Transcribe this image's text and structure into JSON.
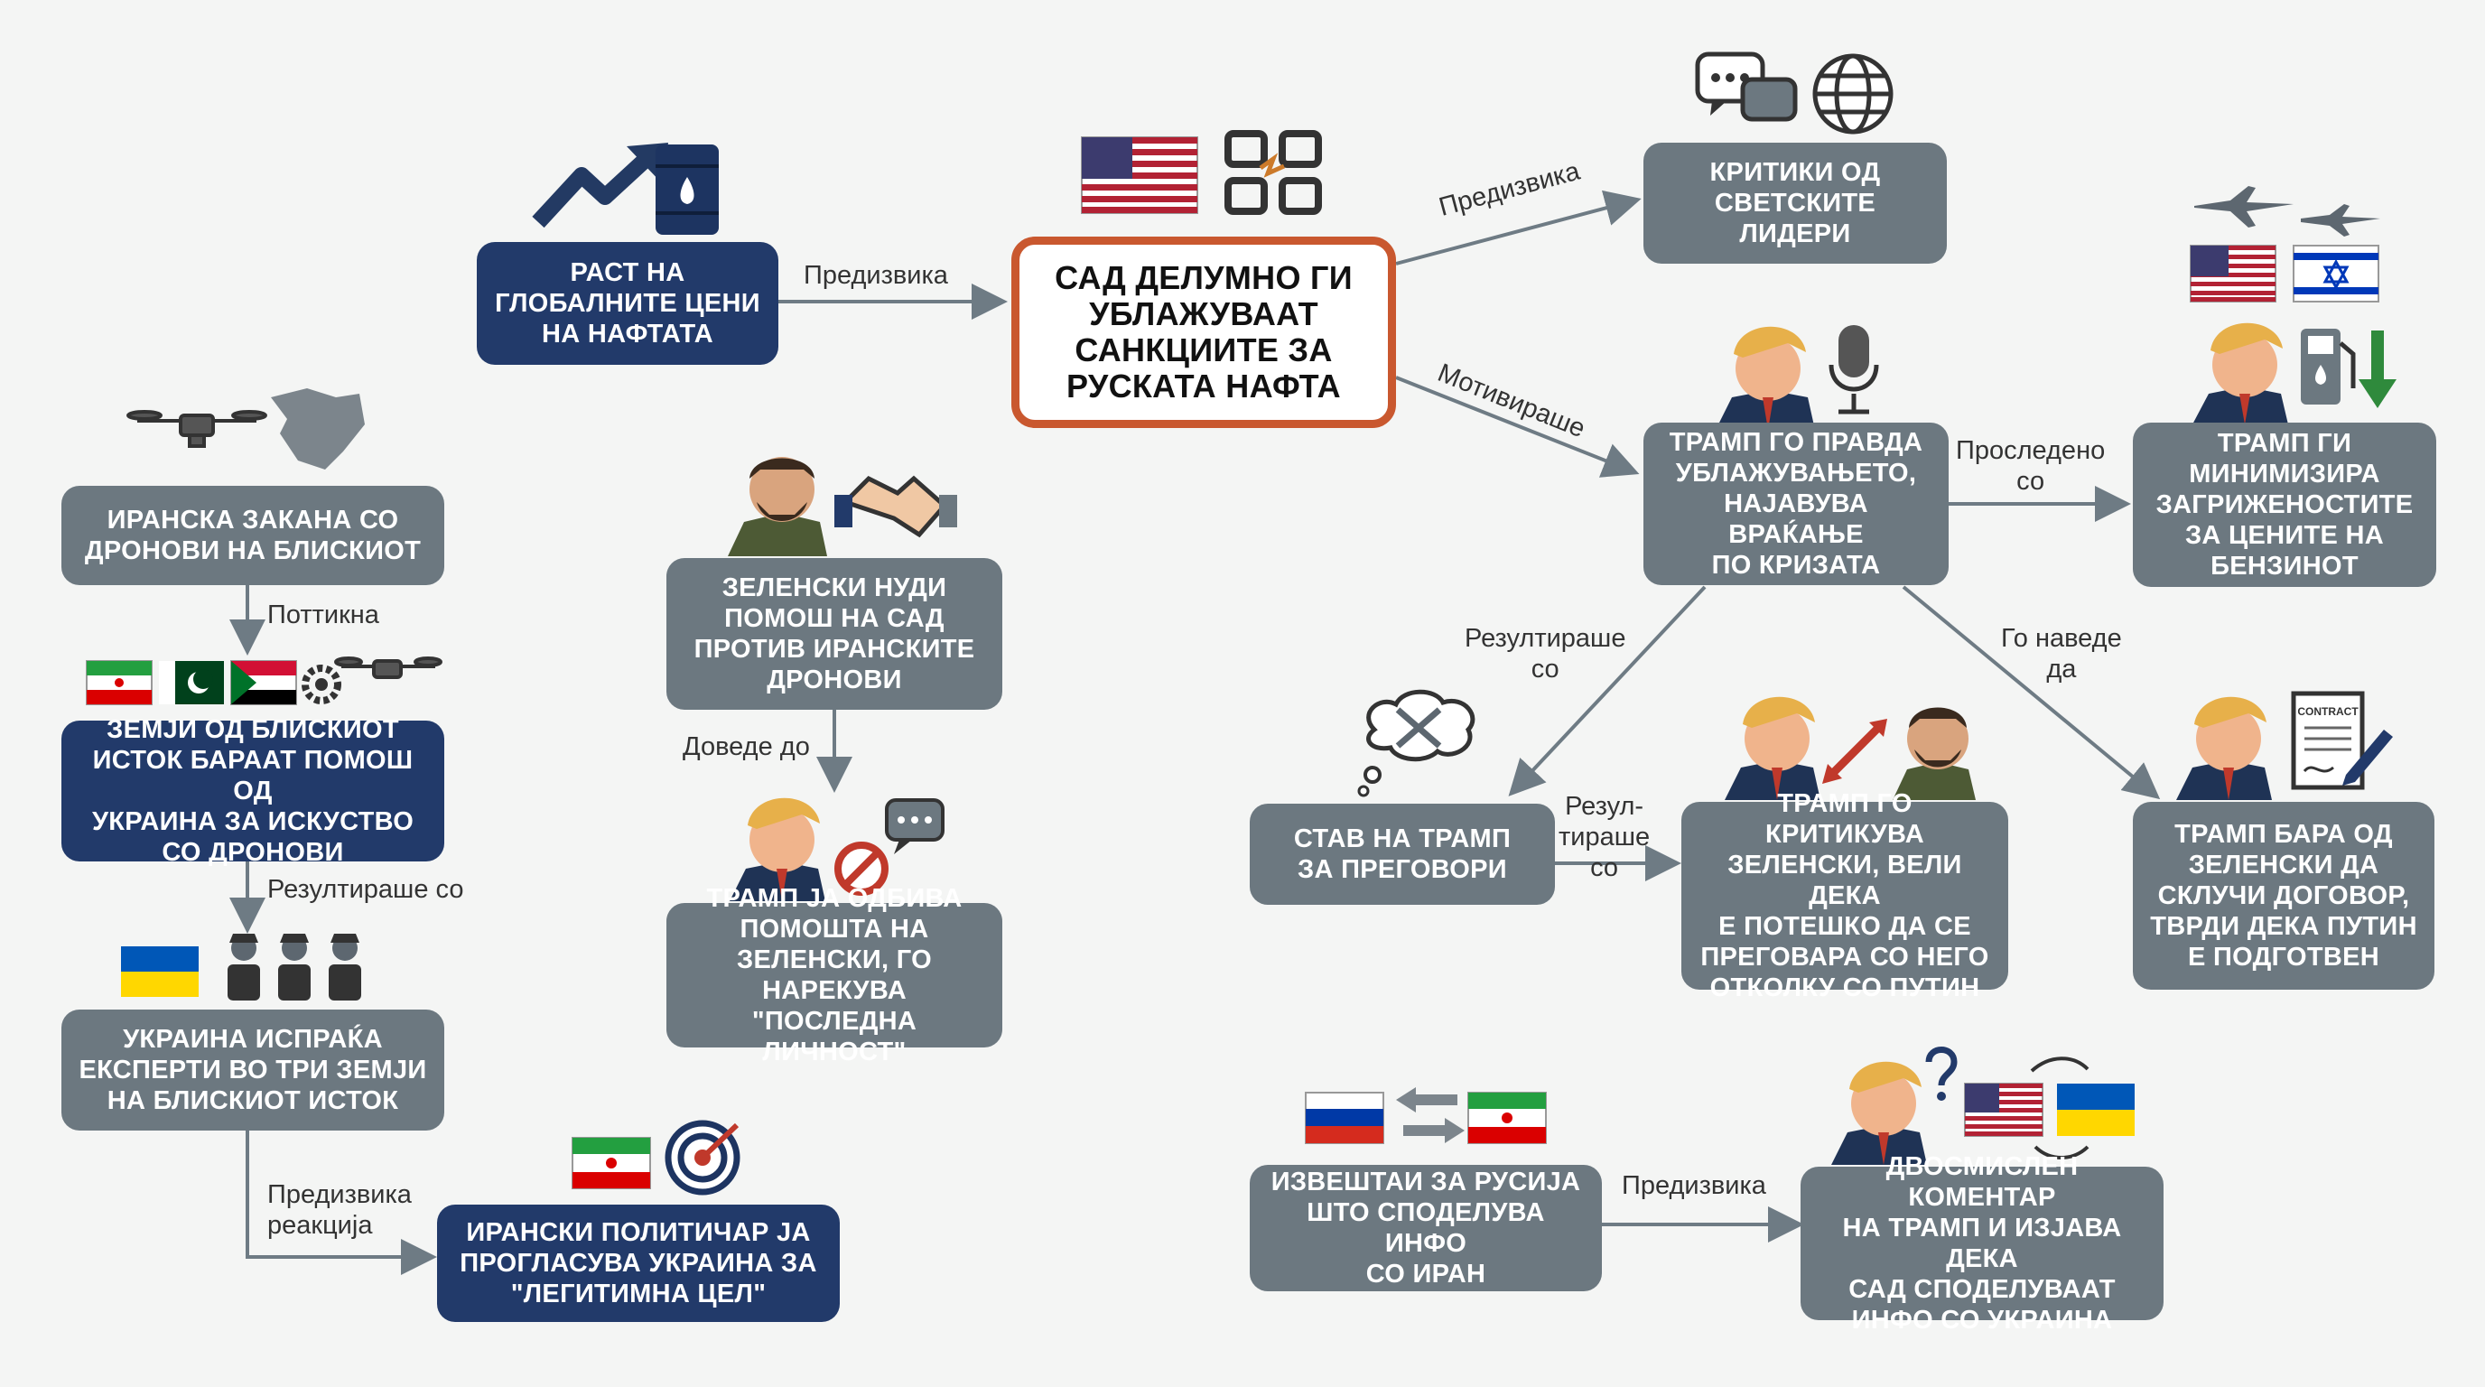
{
  "colors": {
    "node_gray": "#6c7880",
    "node_navy": "#223a6a",
    "central_border": "#c9582f",
    "arrow": "#6e7b84",
    "background": "#f4f5f4"
  },
  "nodes": {
    "oil_prices": "РАСТ НА\nГЛОБАЛНИТЕ ЦЕНИ\nНА НАФТАТА",
    "central": "САД ДЕЛУМНО ГИ\nУБЛАЖУВААТ\nСАНКЦИИТЕ ЗА\nРУСКАТА НАФТА",
    "world_criticism": "КРИТИКИ ОД\nСВЕТСКИТЕ\nЛИДЕРИ",
    "trump_justifies": "ТРАМП ГО ПРАВДА\nУБЛАЖУВАЊЕТО,\nНАЈАВУВА ВРАЌАЊЕ\nПО КРИЗАТА",
    "trump_minimizes": "ТРАМП ГИ\nМИНИМИЗИРА\nЗАГРИЖЕНОСТИТЕ\nЗА ЦЕНИТЕ НА\nБЕНЗИНОТ",
    "iran_threat": "ИРАНСКА ЗАКАНА СО\nДРОНОВИ НА БЛИСКИОТ",
    "me_countries": "ЗЕМЈИ ОД БЛИСКИОТ\nИСТОК БАРААТ ПОМОШ ОД\nУКРАИНА ЗА ИСКУСТВО\nСО ДРОНОВИ",
    "ukraine_sends": "УКРАИНА ИСПРАЌА\nЕКСПЕРТИ ВО ТРИ ЗЕМЈИ\nНА БЛИСКИОТ ИСТОК",
    "iran_politician": "ИРАНСКИ ПОЛИТИЧАР ЈА\nПРОГЛАСУВА УКРАИНА ЗА\n\"ЛЕГИТИМНА ЦЕЛ\"",
    "zelensky_offers": "ЗЕЛЕНСКИ НУДИ\nПОМОШ НА САД\nПРОТИВ ИРАНСКИТЕ\nДРОНОВИ",
    "trump_refuses": "ТРАМП ЈА ОДБИВА\nПОМОШТА НА\nЗЕЛЕНСКИ, ГО НАРЕКУВА\n\"ПОСЛЕДНА ЛИЧНОСТ\"",
    "trump_stance": "СТАВ НА ТРАМП\nЗА ПРЕГОВОРИ",
    "trump_criticizes": "ТРАМП ГО КРИТИКУВА\nЗЕЛЕНСКИ, ВЕЛИ ДЕКА\nЕ ПОТЕШКО ДА СЕ\nПРЕГОВАРА СО НЕГО\nОТКОЛКУ СО ПУТИН",
    "trump_asks": "ТРАМП БАРА ОД\nЗЕЛЕНСКИ ДА\nСКЛУЧИ ДОГОВОР,\nТВРДИ ДЕКА ПУТИН\nЕ ПОДГОТВЕН",
    "russia_reports": "ИЗВЕШТАИ ЗА РУСИЈА\nШТО СПОДЕЛУВА ИНФО\nСО ИРАН",
    "ambiguous": "ДВОСМИСЛЕН КОМЕНТАР\nНА ТРАМП И ИЗЈАВА ДЕКА\nСАД СПОДЕЛУВААТ\nИНФО СО УКРАИНА"
  },
  "edge_labels": {
    "oil_to_central": "Предизвика",
    "central_to_criticism": "Предизвика",
    "central_to_justifies": "Мотивираше",
    "justifies_to_minimizes": "Проследено\nсо",
    "justifies_to_stance": "Резултираше\nсо",
    "justifies_to_asks": "Го наведе\nда",
    "stance_to_criticizes": "Резул-\nтираше\nсо",
    "iran_to_countries": "Поттикна",
    "countries_to_ukraine": "Резултираше со",
    "ukraine_to_politician": "Предизвика\nреакција",
    "offers_to_refuses": "Доведе до",
    "russia_to_ambiguous": "Предизвика"
  },
  "icons": [
    "trend-up-arrow-icon",
    "oil-barrel-icon",
    "us-flag-icon",
    "broken-chain-icon",
    "speech-bubbles-icon",
    "globe-icon",
    "fighter-jet-icon",
    "israel-flag-icon",
    "trump-portrait-icon",
    "microphone-icon",
    "fuel-pump-icon",
    "down-arrow-icon",
    "drone-icon",
    "middle-east-map-icon",
    "iran-flag-icon",
    "pakistan-flag-icon",
    "sudan-flag-icon",
    "gear-icon",
    "ukraine-flag-icon",
    "worker-icon",
    "target-icon",
    "zelensky-portrait-icon",
    "handshake-icon",
    "prohibited-icon",
    "thought-bubble-icon",
    "crossed-swords-icon",
    "clash-arrows-icon",
    "contract-icon",
    "pen-icon",
    "russia-flag-icon",
    "exchange-arrows-icon",
    "question-mark-icon",
    "cycle-arrows-icon"
  ],
  "contract_label": "CONTRACT"
}
